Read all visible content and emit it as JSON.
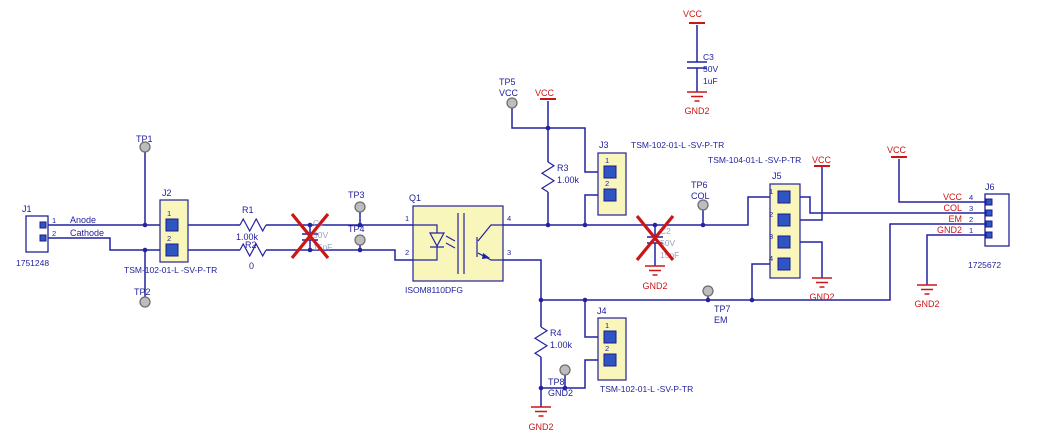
{
  "schematic": {
    "connectors": {
      "j1": {
        "ref": "J1",
        "part_number": "1751248",
        "pins": [
          "1",
          "2"
        ],
        "pin_labels": [
          "Anode",
          "Cathode"
        ]
      },
      "j6": {
        "ref": "J6",
        "part_number": "1725672",
        "pins": [
          "4",
          "3",
          "2",
          "1"
        ],
        "pin_nets": [
          "VCC",
          "COL",
          "EM",
          "GND2"
        ]
      }
    },
    "jumpers": {
      "j2": {
        "ref": "J2",
        "part_number": "TSM-102-01-L -SV-P-TR",
        "pins": [
          "1",
          "2"
        ]
      },
      "j3": {
        "ref": "J3",
        "part_number": "TSM-102-01-L -SV-P-TR",
        "pins": [
          "1",
          "2"
        ]
      },
      "j4": {
        "ref": "J4",
        "part_number": "TSM-102-01-L -SV-P-TR",
        "pins": [
          "1",
          "2"
        ]
      },
      "j5": {
        "ref": "J5",
        "part_number": "TSM-104-01-L -SV-P-TR",
        "pins": [
          "1",
          "2",
          "3",
          "4"
        ]
      }
    },
    "resistors": {
      "r1": {
        "ref": "R1",
        "value": "1.00k"
      },
      "r2": {
        "ref": "R2",
        "value": "0"
      },
      "r3": {
        "ref": "R3",
        "value": "1.00k"
      },
      "r4": {
        "ref": "R4",
        "value": "1.00k"
      }
    },
    "capacitors": {
      "c1": {
        "ref": "C1",
        "voltage": "50V",
        "value": "15pF"
      },
      "c2": {
        "ref": "C2",
        "voltage": "50V",
        "value": "15pF"
      },
      "c3": {
        "ref": "C3",
        "voltage": "50V",
        "value": "1uF"
      }
    },
    "ic": {
      "q1": {
        "ref": "Q1",
        "part_number": "ISOM8110DFG",
        "pins": [
          "1",
          "2",
          "3",
          "4"
        ]
      }
    },
    "test_points": {
      "tp1": {
        "ref": "TP1"
      },
      "tp2": {
        "ref": "TP2"
      },
      "tp3": {
        "ref": "TP3"
      },
      "tp4": {
        "ref": "TP4"
      },
      "tp5": {
        "ref": "TP5",
        "net": "VCC"
      },
      "tp6": {
        "ref": "TP6",
        "net": "COL"
      },
      "tp7": {
        "ref": "TP7",
        "net": "EM"
      },
      "tp8": {
        "ref": "TP8",
        "net": "GND2"
      }
    },
    "nets": {
      "vcc": "VCC",
      "gnd2": "GND2"
    }
  },
  "colors": {
    "wire": "#2222a2",
    "power_label": "#cc1616",
    "component_fill": "#f9f6bb",
    "dnp_text": "#9aa4c4"
  }
}
